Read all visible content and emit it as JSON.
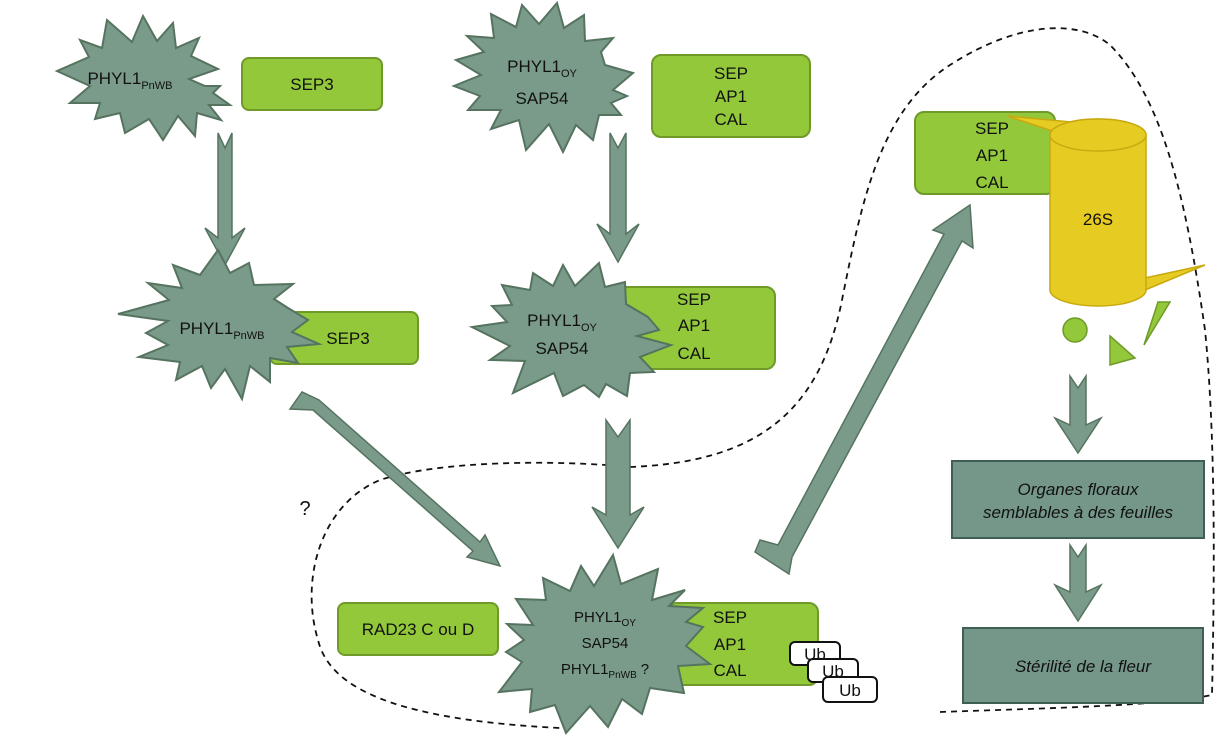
{
  "labels": {
    "phyl1": "PHYL1",
    "sub_pnwb": "PnWB",
    "sub_oy": "OY",
    "sap54": "SAP54",
    "sep3": "SEP3",
    "sep": "SEP",
    "ap1": "AP1",
    "cal": "CAL",
    "proteasome": "26S",
    "rad23": "RAD23 C ou D",
    "ub": "Ub",
    "question": "?",
    "outcome1_line1": "Organes floraux",
    "outcome1_line2": "semblables à des feuilles",
    "outcome2": "Stérilité de la fleur"
  },
  "colors": {
    "star_fill": "#7a9a8a",
    "green_box": "#92c83a",
    "proteasome": "#e6cc22",
    "outcome_box": "#74978a"
  }
}
